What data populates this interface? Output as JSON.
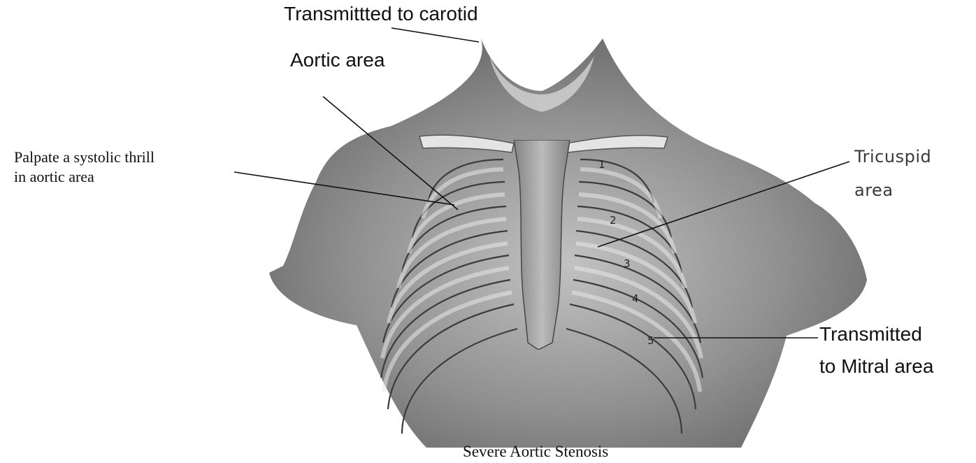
{
  "figure": {
    "caption": "Severe Aortic Stenosis",
    "labels": {
      "carotid": "Transmittted to carotid",
      "aortic_area": "Aortic area",
      "thrill_line1": "Palpate a systolic thrill",
      "thrill_line2": "in aortic area",
      "tricuspid_line1": "Tricuspid",
      "tricuspid_line2": "area",
      "mitral_line1": "Transmitted",
      "mitral_line2": "to Mitral area"
    },
    "rib_numbers": [
      "1",
      "2",
      "3",
      "4",
      "5"
    ]
  }
}
